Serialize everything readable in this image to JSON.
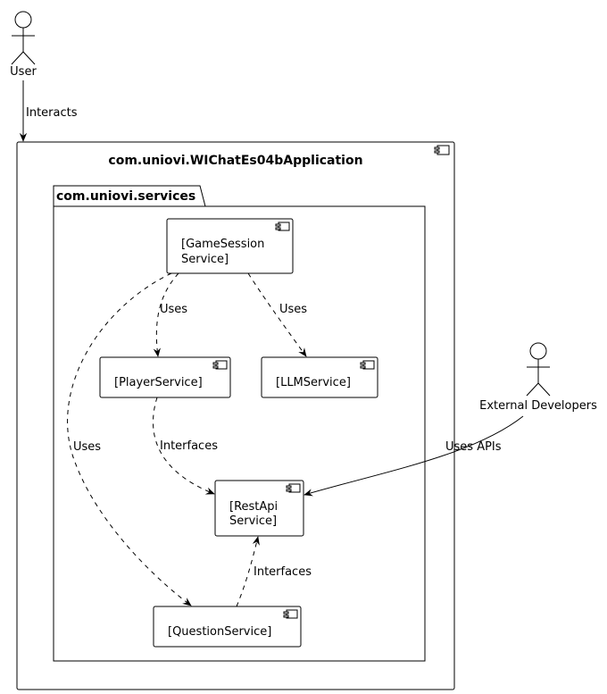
{
  "actors": {
    "user": "User",
    "external": "External Developers"
  },
  "application": {
    "title": "com.uniovi.WIChatEs04bApplication"
  },
  "package": {
    "title": "com.uniovi.services"
  },
  "components": {
    "game_session": [
      "[GameSession",
      "Service]"
    ],
    "player": "[PlayerService]",
    "llm": "[LLMService]",
    "restapi": [
      "[RestApi",
      "Service]"
    ],
    "question": "[QuestionService]"
  },
  "relations": {
    "interacts": "Interacts",
    "uses_player": "Uses",
    "uses_llm": "Uses",
    "uses_question": "Uses",
    "player_interfaces": "Interfaces",
    "question_interfaces": "Interfaces",
    "uses_apis": "Uses APIs"
  }
}
